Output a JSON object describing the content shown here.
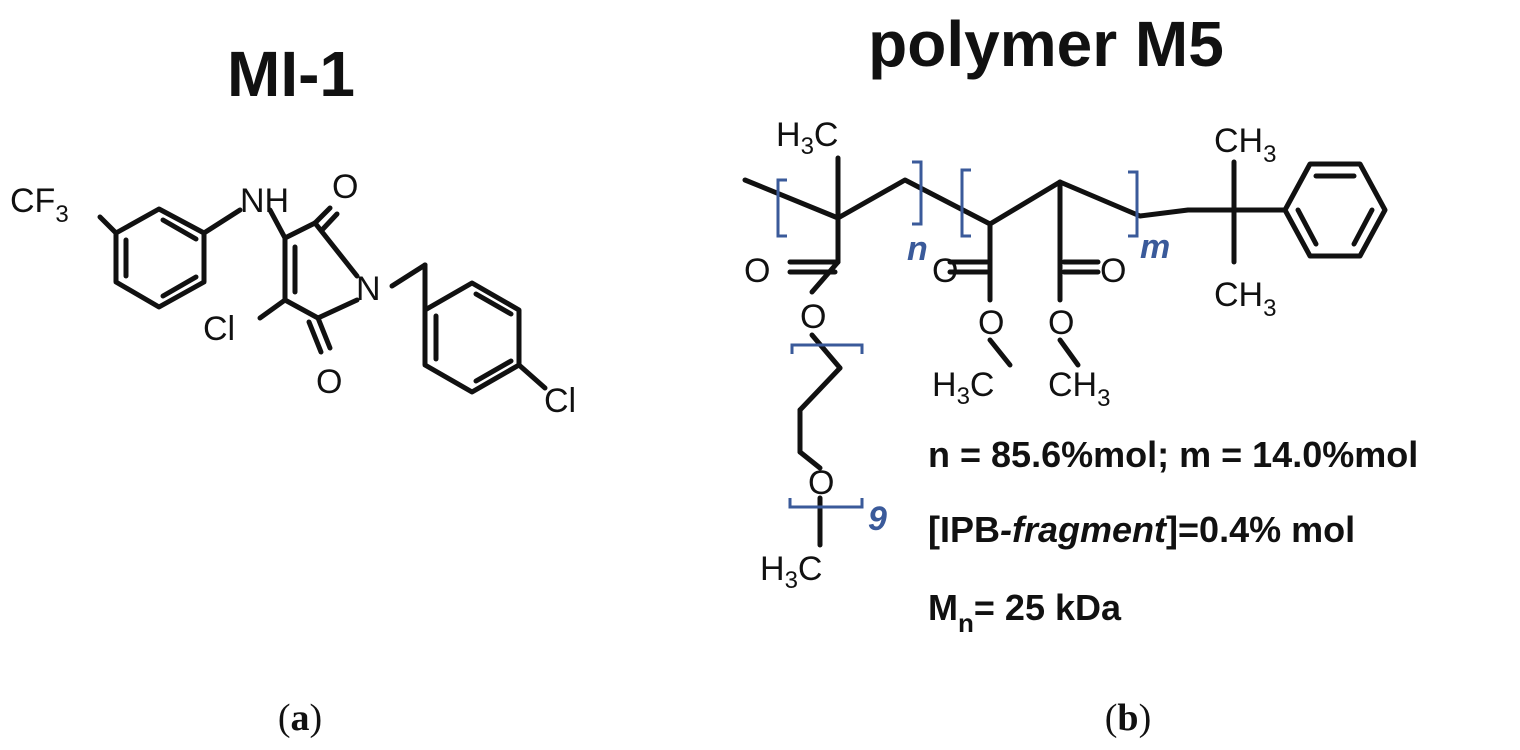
{
  "panel_a": {
    "title": "MI-1",
    "atoms": {
      "cf3_main": "CF",
      "cf3_sub": "3",
      "nh": "NH",
      "o_top": "O",
      "n_ring": "N",
      "cl_ring": "Cl",
      "o_bottom": "O",
      "cl_benzyl": "Cl"
    },
    "label": {
      "open": "(",
      "letter": "a",
      "close": ")"
    }
  },
  "panel_b": {
    "title": "polymer M5",
    "atoms": {
      "h3c_top_main": "H",
      "h3c_top_sub": "3",
      "h3c_top_c": "C",
      "ch3_right_top_c": "CH",
      "ch3_right_top_sub": "3",
      "ch3_right_bot_c": "CH",
      "ch3_right_bot_sub": "3",
      "o_carbonyl_1": "O",
      "o_carbonyl_2": "O",
      "o_carbonyl_3": "O",
      "o_ester_1": "O",
      "o_ester_2": "O",
      "o_ester_3": "O",
      "o_ether": "O",
      "h3c_left_h": "H",
      "h3c_left_sub": "3",
      "h3c_left_c": "C",
      "h3c_mid_h": "H",
      "h3c_mid_sub": "3",
      "h3c_mid_c": "C",
      "ch3_mid_c": "CH",
      "ch3_mid_sub": "3"
    },
    "subscripts": {
      "n": "n",
      "m": "m",
      "nine": "9"
    },
    "info": {
      "line1_n": "n",
      "line1_n_text": " = 85.6%mol; ",
      "line1_m": "m",
      "line1_m_text": " = 14.0%mol",
      "line2_open": "[",
      "line2_ipb": "IPB",
      "line2_fragment": "-fragment",
      "line2_rest": "]=0.4% mol",
      "line3_m": "M",
      "line3_sub": "n",
      "line3_rest": "= 25 kDa"
    },
    "label": {
      "open": "(",
      "letter": "b",
      "close": ")"
    }
  },
  "colors": {
    "ink": "#111111",
    "accent": "#3a5a9a"
  }
}
